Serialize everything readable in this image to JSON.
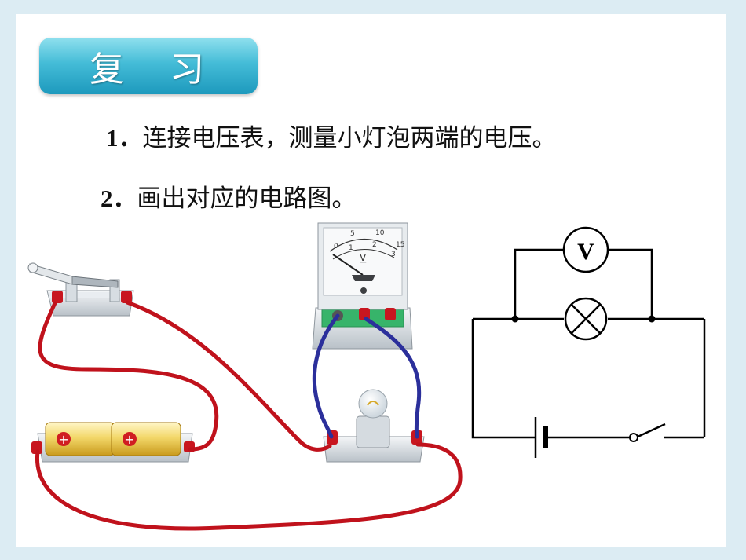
{
  "title": "复 习",
  "questions": [
    {
      "number": "1．",
      "text": "连接电压表，测量小灯泡两端的电压。"
    },
    {
      "number": "2．",
      "text": "画出对应的电路图。"
    }
  ],
  "voltmeter": {
    "scale_top": [
      "0",
      "5",
      "10",
      "15"
    ],
    "scale_bottom": [
      "1",
      "2",
      "3"
    ],
    "unit": "V"
  },
  "schematic": {
    "voltmeter_symbol": "V"
  },
  "colors": {
    "wire_red": "#c0121c",
    "wire_blue": "#2b2f9b",
    "badge": "#2aa9cb"
  },
  "icons": [
    "switch-icon",
    "battery-icon",
    "voltmeter-icon",
    "lamp-icon"
  ]
}
